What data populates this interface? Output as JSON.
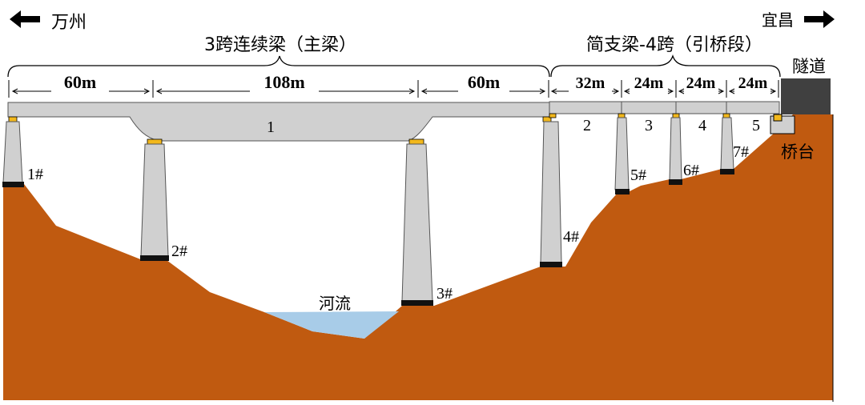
{
  "directions": {
    "left": "万州",
    "right": "宜昌"
  },
  "main_span_label": "3跨连续梁（主梁）",
  "approach_span_label": "简支梁-4跨（引桥段）",
  "span_lengths": [
    "60m",
    "108m",
    "60m",
    "32m",
    "24m",
    "24m",
    "24m"
  ],
  "span_numbers": [
    "1",
    "2",
    "3",
    "4",
    "5"
  ],
  "piers": [
    "1#",
    "2#",
    "3#",
    "4#",
    "5#",
    "6#",
    "7#"
  ],
  "river_label": "河流",
  "tunnel_label": "隧道",
  "abutment_label": "桥台",
  "colors": {
    "terrain": "#c05a10",
    "concrete": "#d0d0d0",
    "water": "#a8cce8",
    "bearing": "#f2b81c",
    "footing": "#111111",
    "tunnel": "#404040"
  },
  "icons": {
    "left_arrow": "arrow-left-icon",
    "right_arrow": "arrow-right-icon"
  }
}
